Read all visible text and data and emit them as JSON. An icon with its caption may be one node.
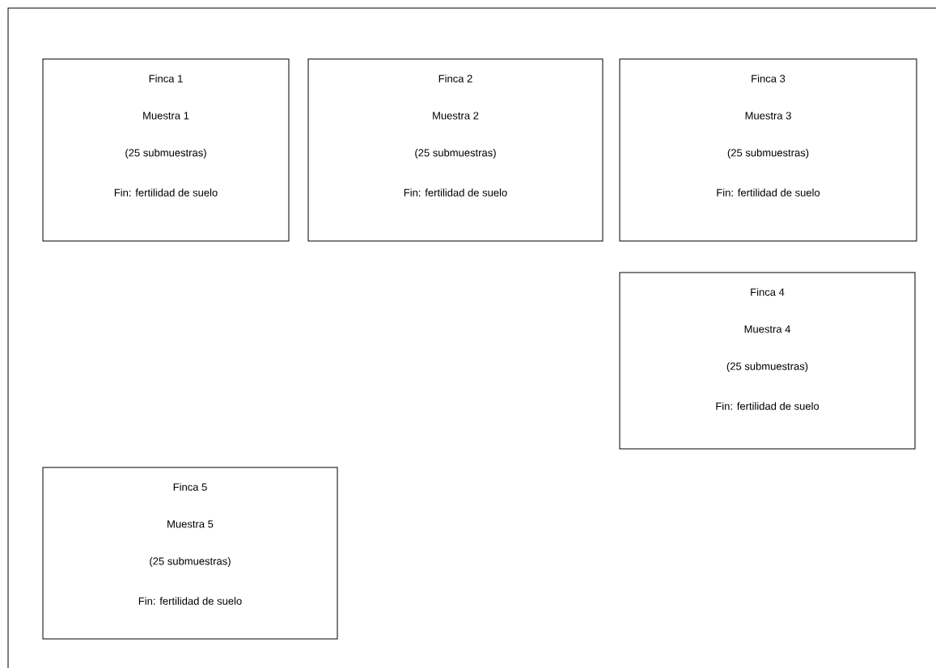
{
  "diagram": {
    "nodes": [
      {
        "text": [
          "Finca 1",
          "Muestra 1",
          "(25 submuestras)",
          "Fin: fertilidad de suelo"
        ]
      },
      {
        "text": [
          "Finca 2",
          "Muestra 2",
          "(25 submuestras)",
          "Fin: fertilidad de suelo"
        ]
      },
      {
        "text": [
          "Finca 3",
          "Muestra 3",
          "(25 submuestras)",
          "Fin: fertilidad de suelo"
        ]
      },
      {
        "text": [
          "Finca 4",
          "Muestra 4",
          "(25 submuestras)",
          "Fin: fertilidad de suelo"
        ]
      },
      {
        "text": [
          "Finca 5",
          "Muestra 5",
          "(25 submuestras)",
          "Fin: fertilidad de suelo"
        ]
      }
    ]
  }
}
